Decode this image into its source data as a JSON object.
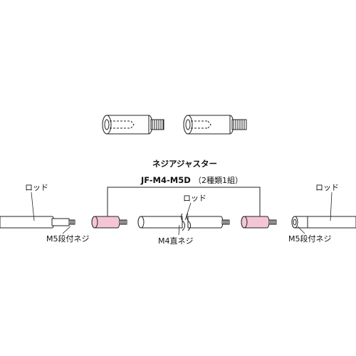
{
  "product": {
    "name": "ネジアジャスター",
    "model": "JF-M4-M5D",
    "spec": "（2種類1組）"
  },
  "labels": {
    "rod_left": "ロッド",
    "rod_center": "ロッド",
    "rod_right": "ロッド",
    "thread_m5_left": "M5段付ネジ",
    "thread_m4_center": "M4直ネジ",
    "thread_m5_right": "M5段付ネジ"
  },
  "colors": {
    "adjuster_fill": "#f4c6d4",
    "rod_fill": "#ffffff",
    "stroke": "#222222"
  }
}
